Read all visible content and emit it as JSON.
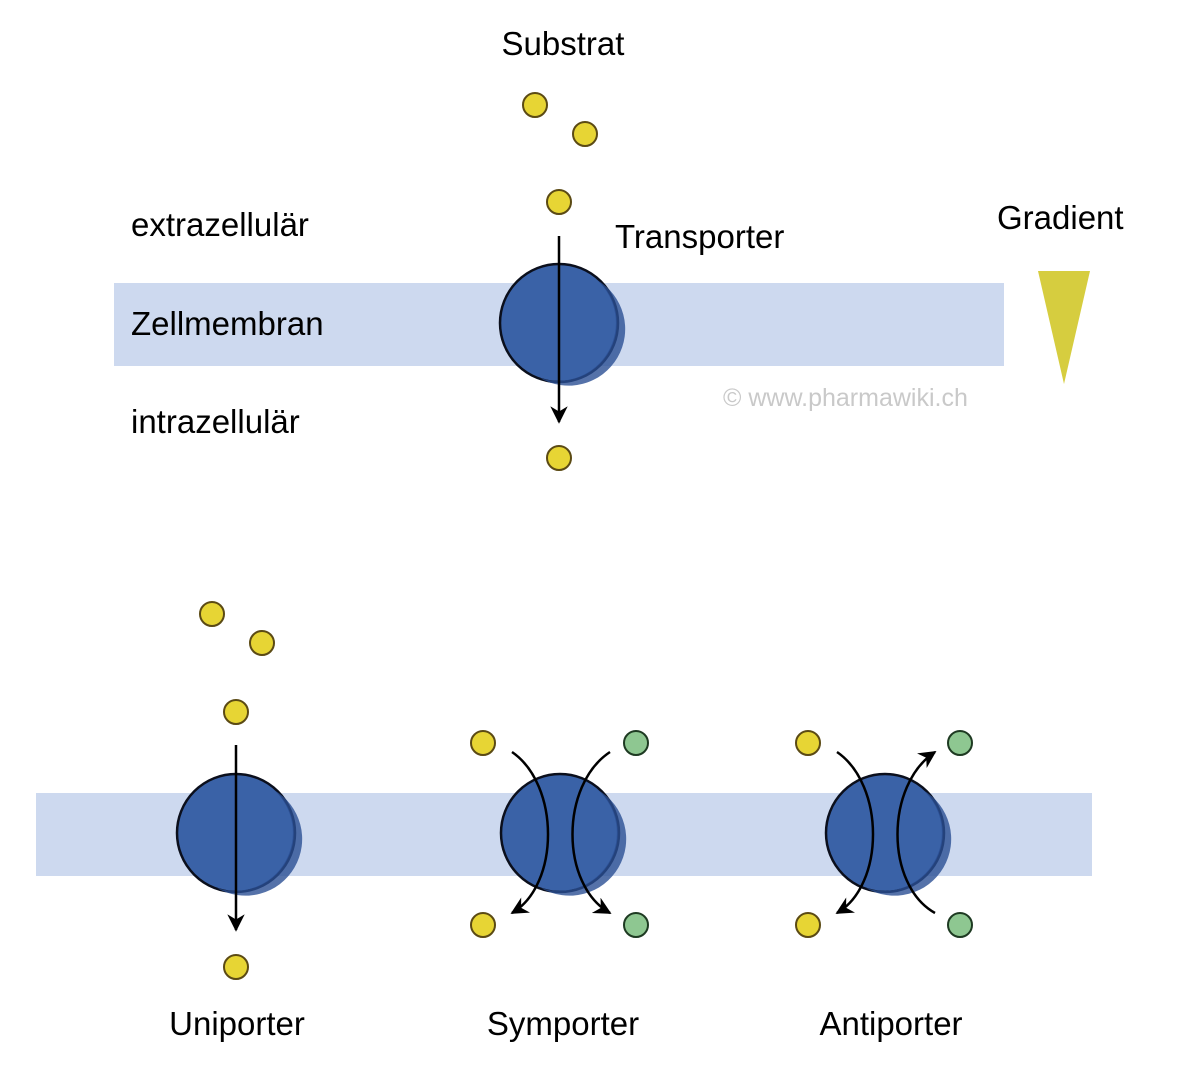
{
  "labels": {
    "substrate": "Substrat",
    "extracellular": "extrazellulär",
    "membrane": "Zellmembran",
    "intracellular": "intrazellulär",
    "transporter": "Transporter",
    "gradient": "Gradient",
    "copyright": "© www.pharmawiki.ch",
    "uniporter": "Uniporter",
    "symporter": "Symporter",
    "antiporter": "Antiporter"
  },
  "colors": {
    "membrane": "#cdd9ef",
    "transporter_fill": "#3a62a7",
    "transporter_shade": "#2b4f93",
    "transporter_outline": "#0b0f1c",
    "substrate_fill": "#e7d534",
    "substrate_outline": "#5b4a14",
    "cosubstrate_fill": "#8ec791",
    "cosubstrate_outline": "#1e3a22",
    "gradient": "#d6cd3f",
    "arrow": "#000000",
    "watermark": "#c9c9c9"
  },
  "icons": {
    "transporter": "transporter-protein-icon",
    "substrate": "substrate-molecule-icon",
    "cosubstrate": "cosubstrate-molecule-icon",
    "gradient": "gradient-wedge-icon"
  }
}
